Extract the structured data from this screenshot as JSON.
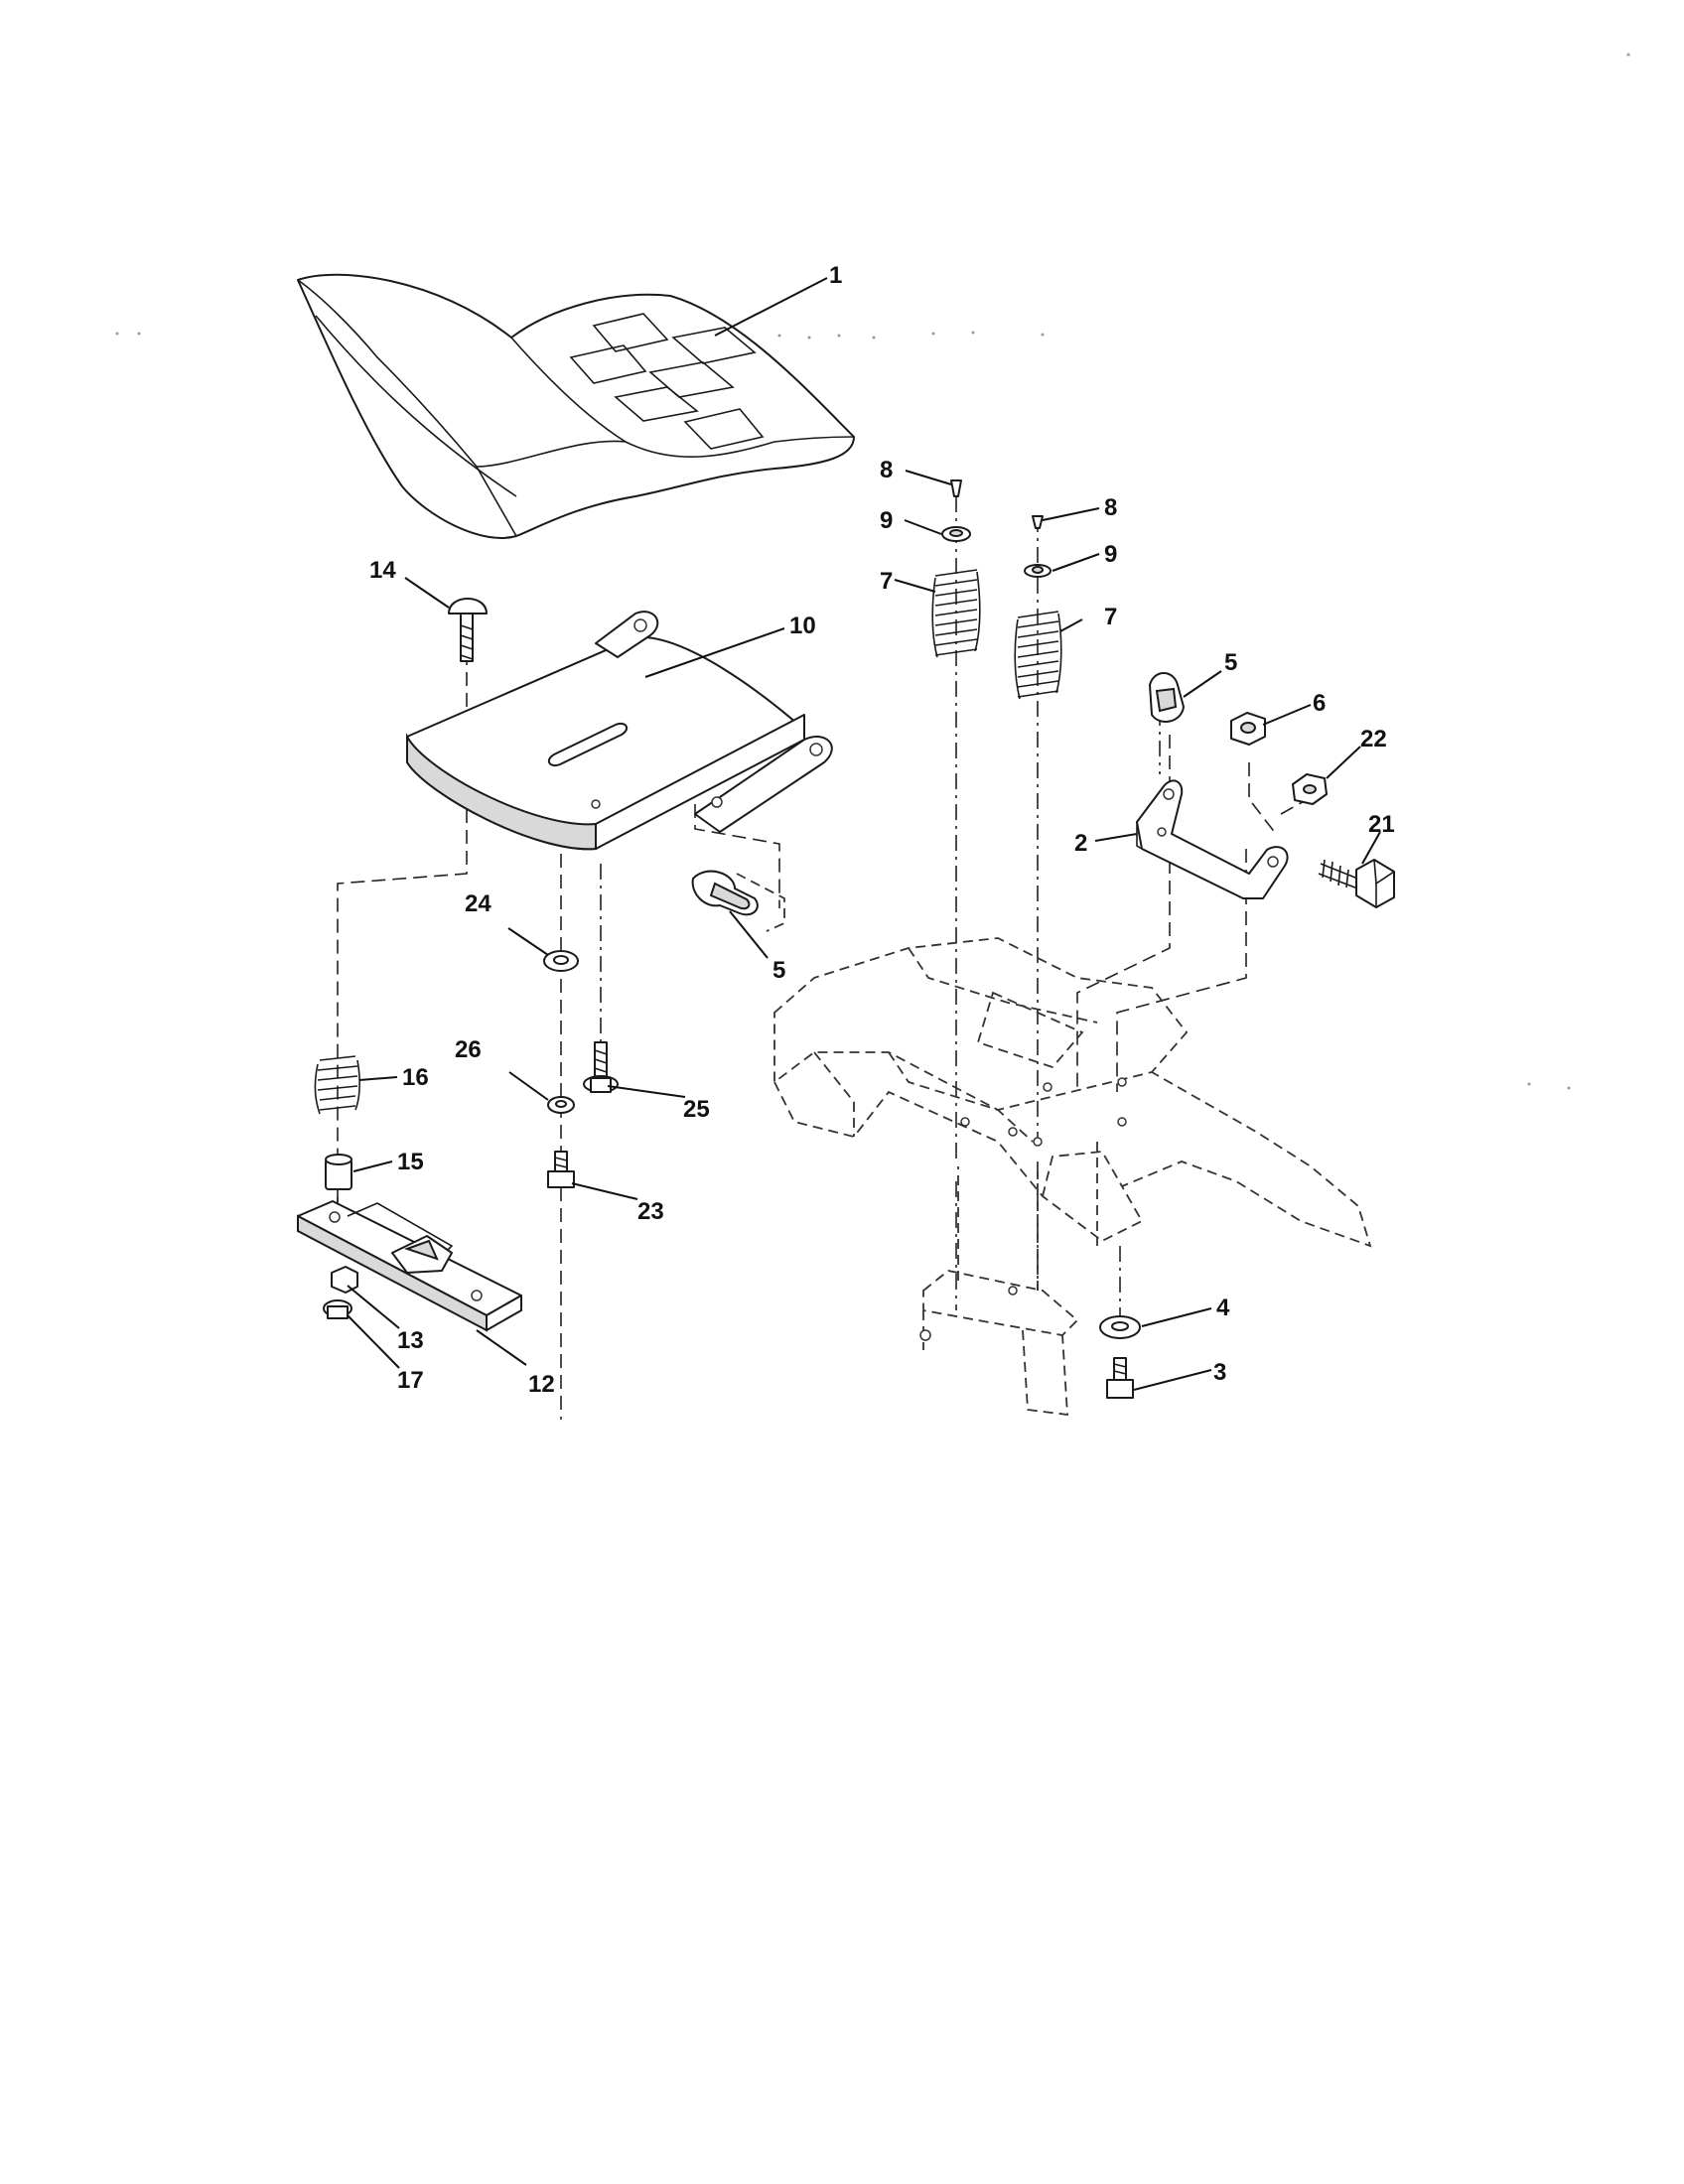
{
  "callouts": {
    "c1": "1",
    "c2": "2",
    "c3": "3",
    "c4": "4",
    "c5a": "5",
    "c5b": "5",
    "c6": "6",
    "c7a": "7",
    "c7b": "7",
    "c8a": "8",
    "c8b": "8",
    "c9a": "9",
    "c9b": "9",
    "c10": "10",
    "c12": "12",
    "c13": "13",
    "c14": "14",
    "c15": "15",
    "c16": "16",
    "c17": "17",
    "c21": "21",
    "c22": "22",
    "c23": "23",
    "c24": "24",
    "c25": "25",
    "c26": "26"
  },
  "parts": [
    {
      "ref": "1",
      "item": "seat"
    },
    {
      "ref": "2",
      "item": "bracket"
    },
    {
      "ref": "3",
      "item": "bolt"
    },
    {
      "ref": "4",
      "item": "washer"
    },
    {
      "ref": "5",
      "item": "knob"
    },
    {
      "ref": "6",
      "item": "nut"
    },
    {
      "ref": "7",
      "item": "spring"
    },
    {
      "ref": "8",
      "item": "pin"
    },
    {
      "ref": "9",
      "item": "washer"
    },
    {
      "ref": "10",
      "item": "seat-pan"
    },
    {
      "ref": "12",
      "item": "slide-plate"
    },
    {
      "ref": "13",
      "item": "nut"
    },
    {
      "ref": "14",
      "item": "carriage-bolt"
    },
    {
      "ref": "15",
      "item": "spacer"
    },
    {
      "ref": "16",
      "item": "spring"
    },
    {
      "ref": "17",
      "item": "nut"
    },
    {
      "ref": "21",
      "item": "bolt"
    },
    {
      "ref": "22",
      "item": "nut"
    },
    {
      "ref": "23",
      "item": "bolt"
    },
    {
      "ref": "24",
      "item": "washer"
    },
    {
      "ref": "25",
      "item": "bolt"
    },
    {
      "ref": "26",
      "item": "lock-washer"
    }
  ]
}
